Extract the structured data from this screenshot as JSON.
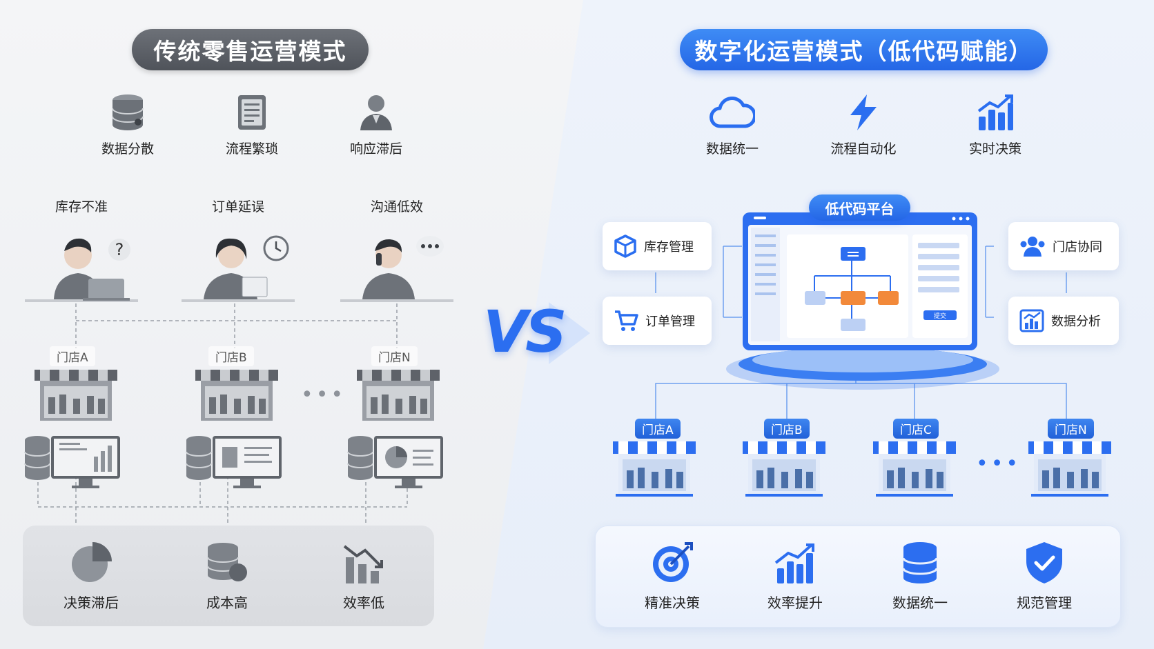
{
  "left": {
    "title": "传统零售运营模式",
    "top_icons": [
      {
        "label": "数据分散",
        "icon": "database-icon"
      },
      {
        "label": "流程繁琐",
        "icon": "document-icon"
      },
      {
        "label": "响应滞后",
        "icon": "user-icon"
      }
    ],
    "people": [
      {
        "label": "库存不准",
        "icon": "question-icon"
      },
      {
        "label": "订单延误",
        "icon": "clock-icon"
      },
      {
        "label": "沟通低效",
        "icon": "chat-dots-icon"
      }
    ],
    "stores": [
      "门店A",
      "门店B",
      "门店N"
    ],
    "ellipsis": "•••",
    "bottom": [
      {
        "label": "决策滞后",
        "icon": "pie-chart-icon"
      },
      {
        "label": "成本高",
        "icon": "coins-icon"
      },
      {
        "label": "效率低",
        "icon": "declining-chart-icon"
      }
    ]
  },
  "vs": "VS",
  "right": {
    "title": "数字化运营模式（低代码赋能）",
    "top_icons": [
      {
        "label": "数据统一",
        "icon": "cloud-icon"
      },
      {
        "label": "流程自动化",
        "icon": "lightning-icon"
      },
      {
        "label": "实时决策",
        "icon": "growth-chart-icon"
      }
    ],
    "platform": "低代码平台",
    "platform_button": "提交",
    "modules_left": [
      {
        "label": "库存管理",
        "icon": "box-icon"
      },
      {
        "label": "订单管理",
        "icon": "cart-icon"
      }
    ],
    "modules_right": [
      {
        "label": "门店协同",
        "icon": "team-icon"
      },
      {
        "label": "数据分析",
        "icon": "analytics-icon"
      }
    ],
    "stores": [
      "门店A",
      "门店B",
      "门店C",
      "门店N"
    ],
    "ellipsis": "•••",
    "bottom": [
      {
        "label": "精准决策",
        "icon": "target-icon"
      },
      {
        "label": "效率提升",
        "icon": "growth-chart-icon"
      },
      {
        "label": "数据统一",
        "icon": "database-icon"
      },
      {
        "label": "规范管理",
        "icon": "shield-check-icon"
      }
    ]
  },
  "colors": {
    "accent": "#2466e6",
    "gray": "#5a5e66"
  }
}
